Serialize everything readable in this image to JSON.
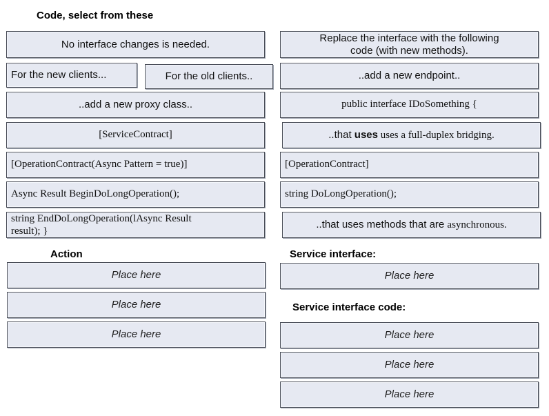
{
  "headings": {
    "code_select": "Code, select from these",
    "action": "Action",
    "service_interface": "Service interface:",
    "service_interface_code": "Service interface code:"
  },
  "options": {
    "no_interface_changes": "No interface changes is needed.",
    "replace_interface_line1": "Replace the interface with the following",
    "replace_interface_line2": "code (with new methods).",
    "for_new_clients": "For the new clients...",
    "for_old_clients": "For the old clients..",
    "add_new_endpoint": "..add a new endpoint..",
    "add_new_proxy_class": "..add a new proxy class..",
    "public_interface": "public interface IDoSomething {",
    "service_contract": "[ServiceContract]",
    "full_duplex_prefix": "..that ",
    "full_duplex_uses": "uses",
    "full_duplex_suffix": " uses a full-duplex bridging.",
    "operation_contract_async": "[OperationContract(Async Pattern = true)]",
    "operation_contract": "[OperationContract]",
    "begin_do_long_operation": "Async Result BeginDoLongOperation();",
    "do_long_operation": "string DoLongOperation();",
    "end_do_long_operation_line1": "string EndDoLongOperation(lAsync Result",
    "end_do_long_operation_line2": "result); }",
    "async_methods_prefix": "..that uses methods that are ",
    "async_methods_suffix": "asynchronous."
  },
  "drop_targets": {
    "action": [
      "Place here",
      "Place here",
      "Place here"
    ],
    "service_interface": [
      "Place here"
    ],
    "service_interface_code": [
      "Place here",
      "Place here",
      "Place here"
    ]
  },
  "colors": {
    "box_fill": "#e6e9f2",
    "box_border": "#4a4e58",
    "background": "#ffffff"
  }
}
